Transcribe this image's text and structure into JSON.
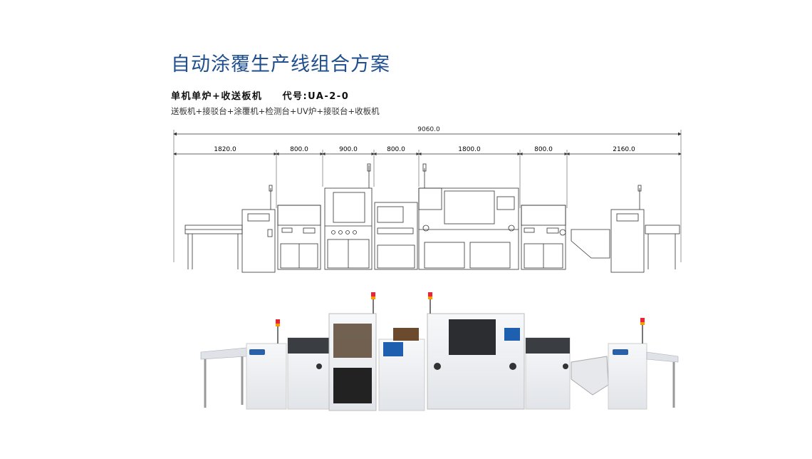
{
  "title": "自动涂覆生产线组合方案",
  "model_line": {
    "name": "单机单炉+收送板机",
    "code": "代号:UA-2-0"
  },
  "configuration": "送板机+接驳台+涂覆机+检测台+UV炉+接驳台+收板机",
  "dimensions": {
    "total": "9060.0",
    "segments": [
      "1820.0",
      "800.0",
      "900.0",
      "800.0",
      "1800.0",
      "800.0",
      "2160.0"
    ]
  },
  "colors": {
    "title": "#1f4f8f",
    "machine_body": "#f1f2f4",
    "line_drawing": "#333333",
    "brand_badge": "#2b5fa8"
  }
}
